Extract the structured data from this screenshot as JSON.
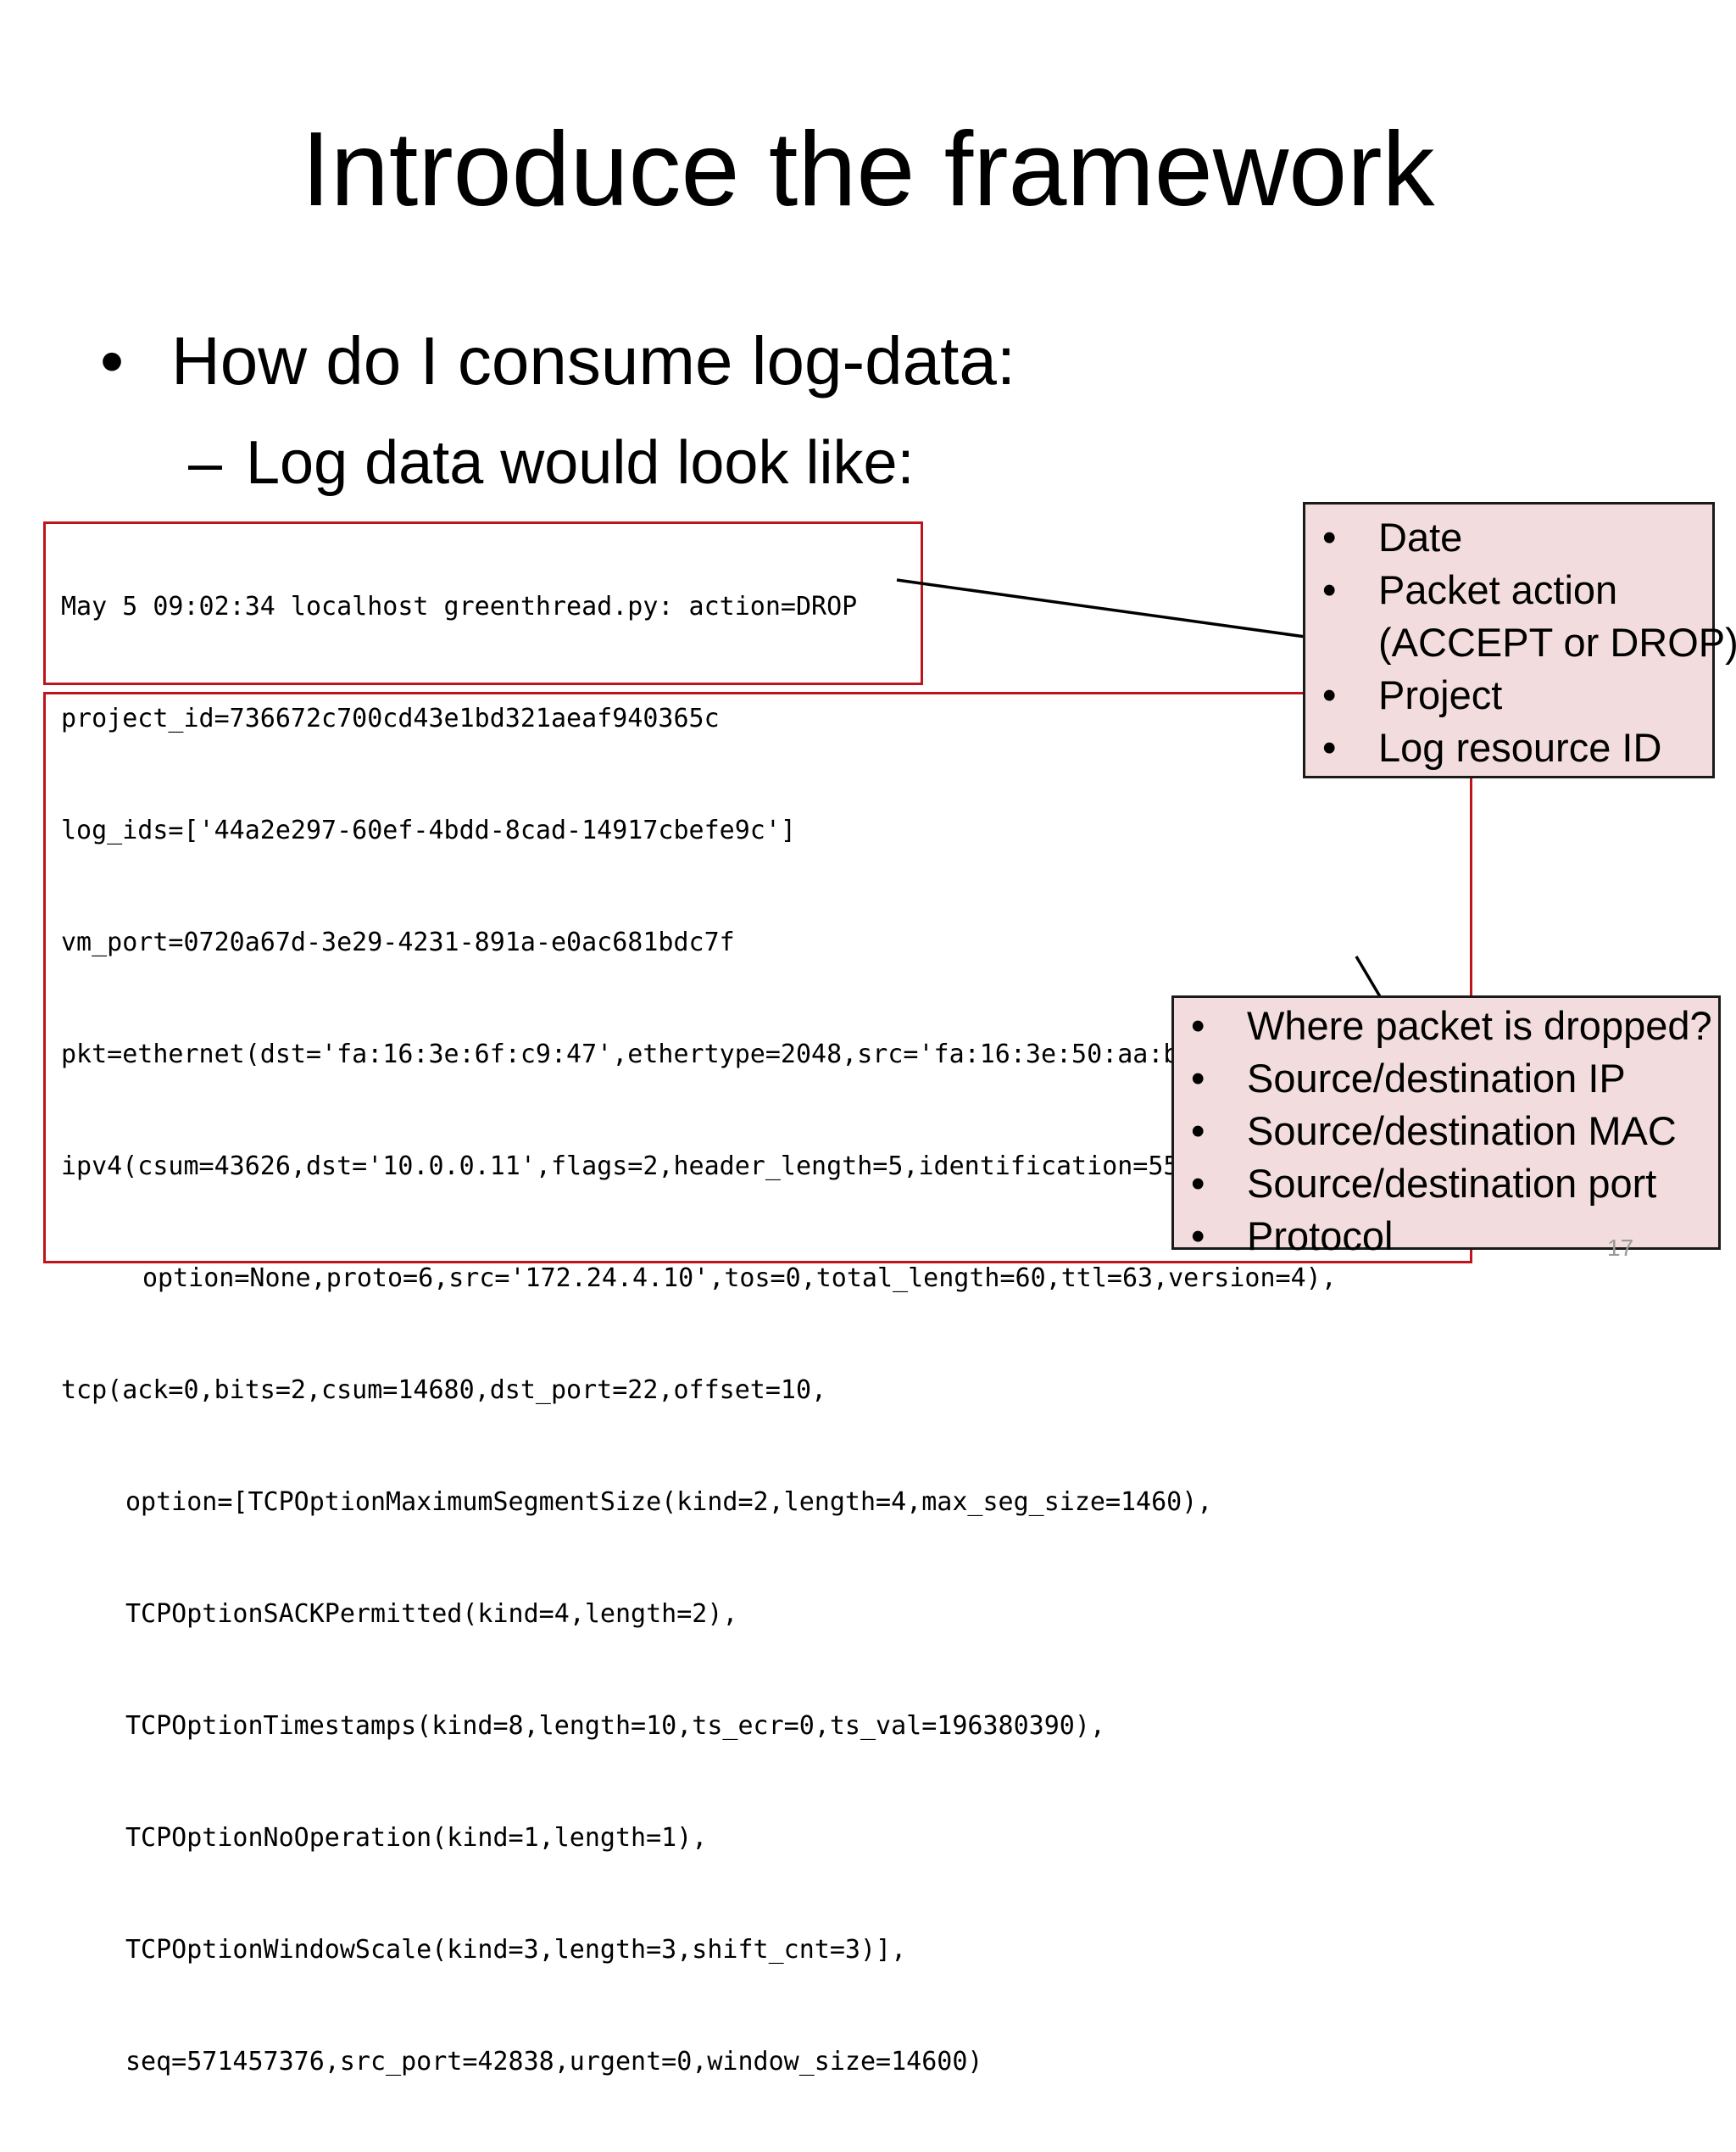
{
  "slide": {
    "title": "Introduce the framework",
    "bullet": "How do I consume log-data:",
    "subbullet": "Log data would look like:",
    "bullet_symbol": "•",
    "dash_symbol": "–",
    "page_number": "17"
  },
  "log_lines": [
    "May 5 09:02:34 localhost greenthread.py: action=DROP",
    "project_id=736672c700cd43e1bd321aeaf940365c",
    "log_ids=['44a2e297-60ef-4bdd-8cad-14917cbefe9c']",
    "vm_port=0720a67d-3e29-4231-891a-e0ac681bdc7f",
    "pkt=ethernet(dst='fa:16:3e:6f:c9:47',ethertype=2048,src='fa:16:3e:50:aa:b5'),",
    "ipv4(csum=43626,dst='10.0.0.11',flags=2,header_length=5,identification=55076,offset=0,",
    "option=None,proto=6,src='172.24.4.10',tos=0,total_length=60,ttl=63,version=4),",
    "tcp(ack=0,bits=2,csum=14680,dst_port=22,offset=10,",
    "option=[TCPOptionMaximumSegmentSize(kind=2,length=4,max_seg_size=1460),",
    "TCPOptionSACKPermitted(kind=4,length=2),",
    "TCPOptionTimestamps(kind=8,length=10,ts_ecr=0,ts_val=196380390),",
    "TCPOptionNoOperation(kind=1,length=1),",
    "TCPOptionWindowScale(kind=3,length=3,shift_cnt=3)],",
    "seq=571457376,src_port=42838,urgent=0,window_size=14600)"
  ],
  "callout_top": {
    "items": [
      "Date",
      "Packet action",
      "(ACCEPT or DROP)",
      "Project",
      "Log resource ID"
    ]
  },
  "callout_bottom": {
    "items": [
      "Where packet is dropped?",
      "Source/destination IP",
      "Source/destination MAC",
      "Source/destination port",
      "Protocol"
    ]
  },
  "colors": {
    "log_box_border": "#c0141c",
    "callout_fill": "#f2dcdd",
    "callout_border": "#1a1a1a"
  }
}
